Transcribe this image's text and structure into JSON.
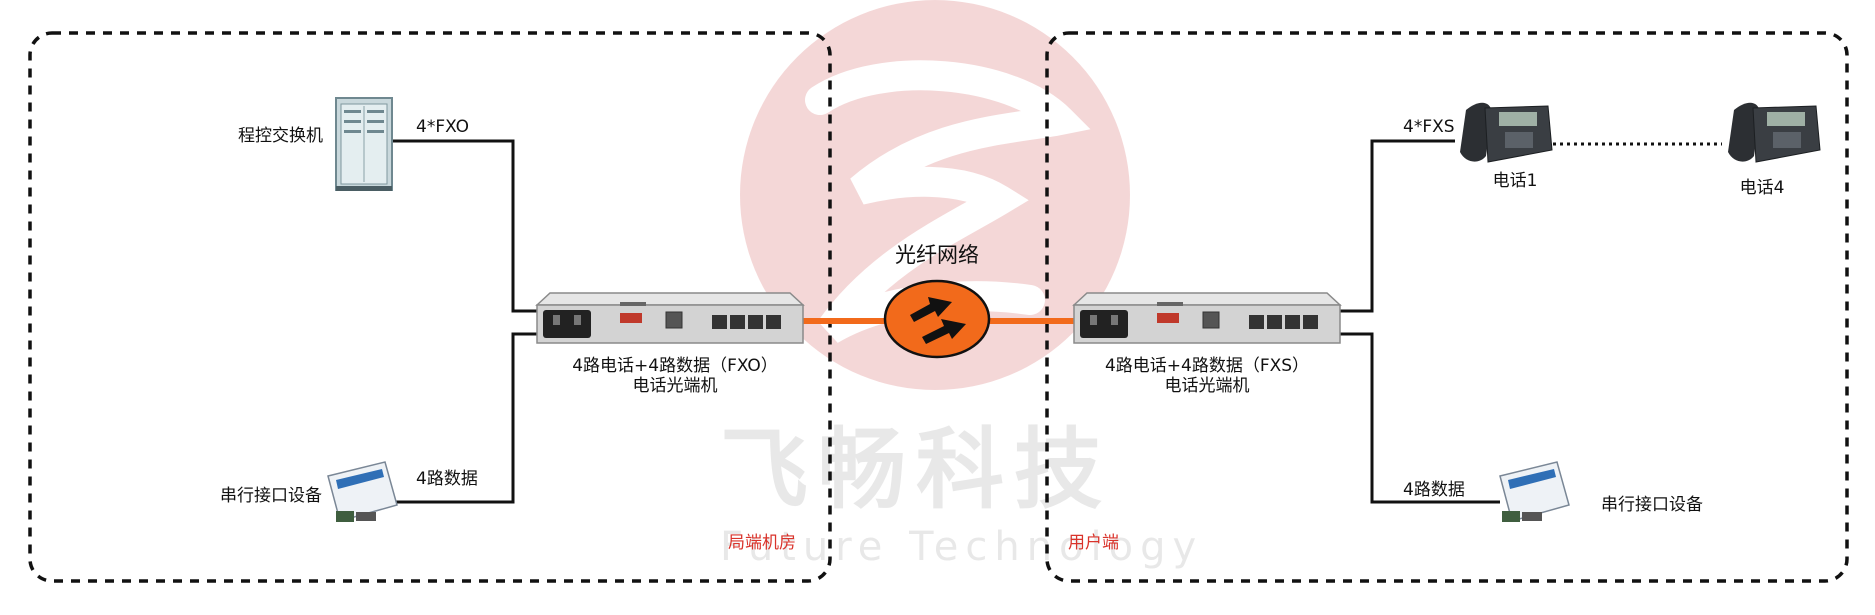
{
  "left_site": {
    "zone_label": "局端机房",
    "exchange_label": "程控交换机",
    "exchange_port_label": "4*FXO",
    "serial_label": "串行接口设备",
    "serial_port_label": "4路数据",
    "device_line1": "4路电话+4路数据（FXO）",
    "device_line2": "电话光端机"
  },
  "network": {
    "label": "光纤网络"
  },
  "right_site": {
    "zone_label": "用户端",
    "phone_port_label": "4*FXS",
    "phone1_label": "电话1",
    "phone4_label": "电话4",
    "serial_label": "串行接口设备",
    "serial_port_label": "4路数据",
    "device_line1": "4路电话+4路数据（FXS）",
    "device_line2": "电话光端机"
  },
  "watermark": {
    "cn": "飞畅科技",
    "en": "Future Technology"
  },
  "colors": {
    "fiber": "#f26a1b",
    "cloud": "#f26a1b",
    "zone_text": "#d9332b",
    "watermark_logo": "#e8a8a8"
  }
}
